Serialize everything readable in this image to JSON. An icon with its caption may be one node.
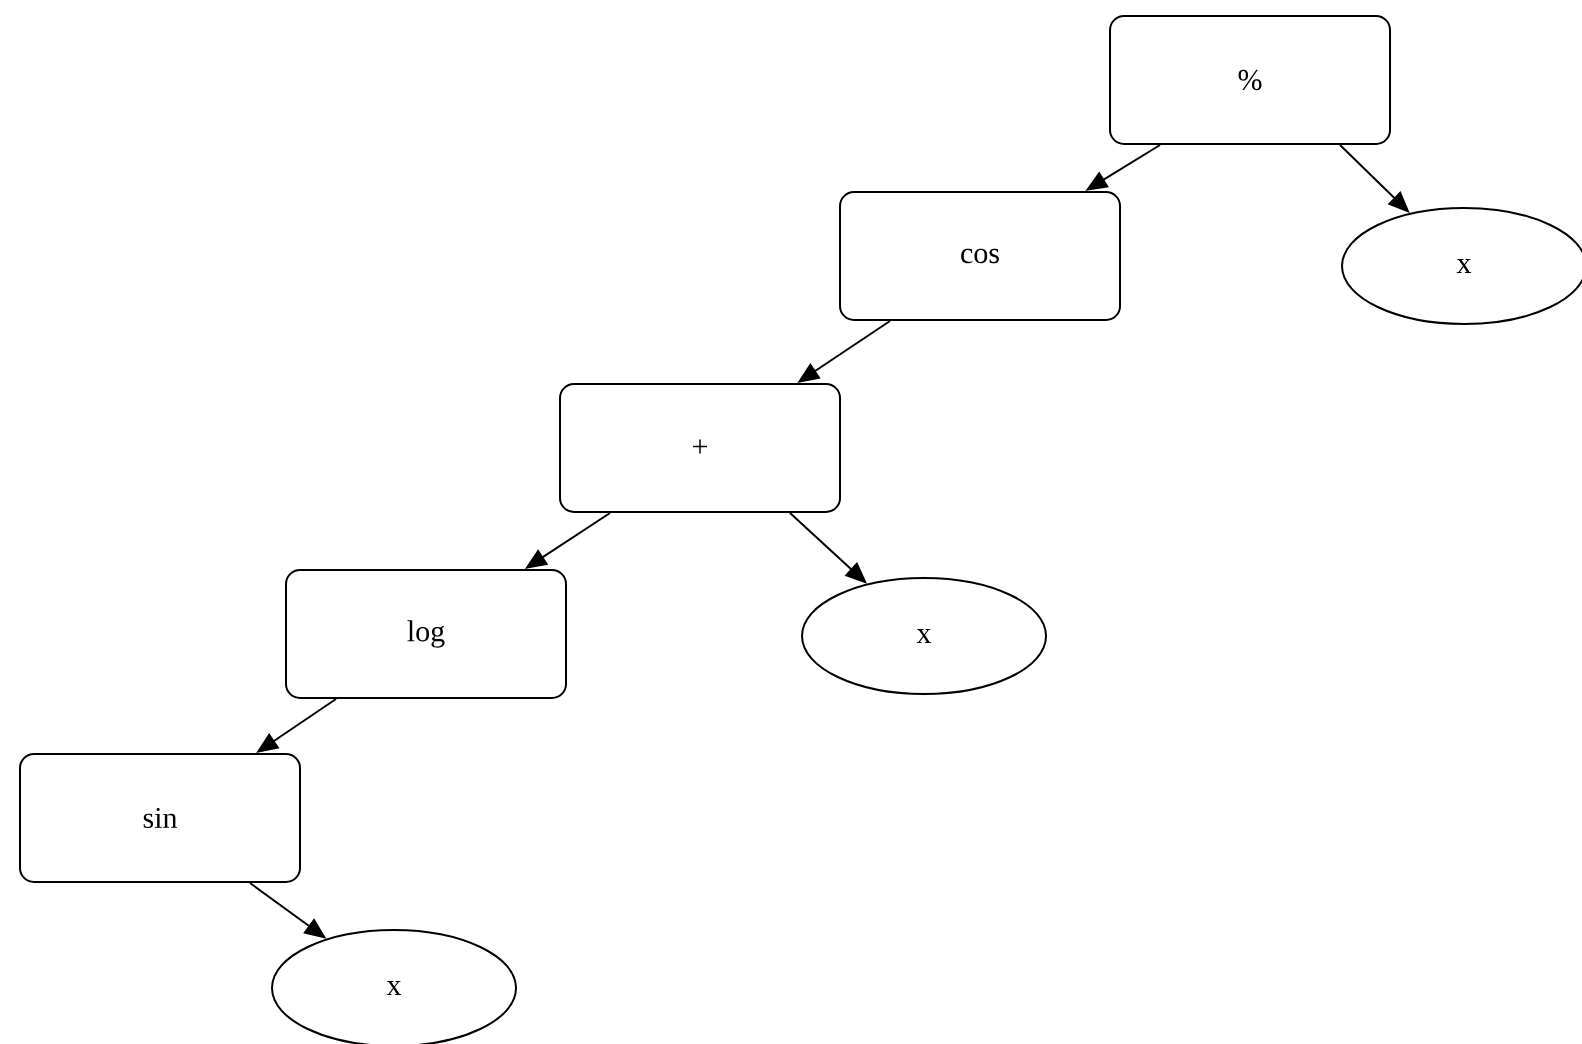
{
  "diagram": {
    "nodes": [
      {
        "text": [
          "%"
        ]
      },
      {
        "text": [
          "cos"
        ]
      },
      {
        "text": [
          "x"
        ]
      },
      {
        "text": [
          "+"
        ]
      },
      {
        "text": [
          "log"
        ]
      },
      {
        "text": [
          "x"
        ]
      },
      {
        "text": [
          "sin"
        ]
      },
      {
        "text": [
          "x"
        ]
      }
    ],
    "edges": [
      {
        "from": 0,
        "to": 1,
        "arrow": "to"
      },
      {
        "from": 0,
        "to": 2,
        "arrow": "to"
      },
      {
        "from": 1,
        "to": 3,
        "arrow": "to"
      },
      {
        "from": 3,
        "to": 4,
        "arrow": "to"
      },
      {
        "from": 3,
        "to": 5,
        "arrow": "to"
      },
      {
        "from": 4,
        "to": 6,
        "arrow": "to"
      },
      {
        "from": 6,
        "to": 7,
        "arrow": "to"
      }
    ]
  }
}
